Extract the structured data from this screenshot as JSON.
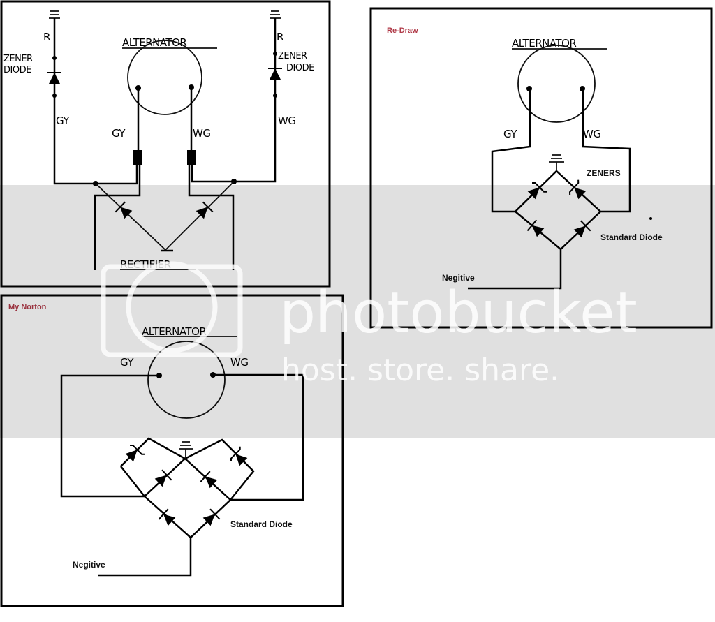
{
  "colors": {
    "title_red": "#b03a48",
    "band_gray": "#e0e0e0"
  },
  "original": {
    "alternator": "ALTERNATOR",
    "left_r": "R",
    "right_r": "R",
    "left_zener_1": "ZENER",
    "left_zener_2": "DIODE",
    "right_zener_1": "ZENER",
    "right_zener_2": "DIODE",
    "left_outer_gy": "GY",
    "right_outer_wg": "WG",
    "gy": "GY",
    "wg": "WG",
    "rectifier": "RECTIFIER"
  },
  "redraw": {
    "title": "Re-Draw",
    "alternator": "ALTERNATOR",
    "gy": "GY",
    "wg": "WG",
    "zeners": "ZENERS",
    "standard_diode": "Standard Diode",
    "negative": "Negitive"
  },
  "my_norton": {
    "title": "My Norton",
    "alternator": "ALTERNATOR",
    "gy": "GY",
    "wg": "WG",
    "standard_diode": "Standard Diode",
    "negative": "Negitive"
  },
  "watermark": {
    "brand": "photobucket",
    "tagline": "host. store. share."
  }
}
